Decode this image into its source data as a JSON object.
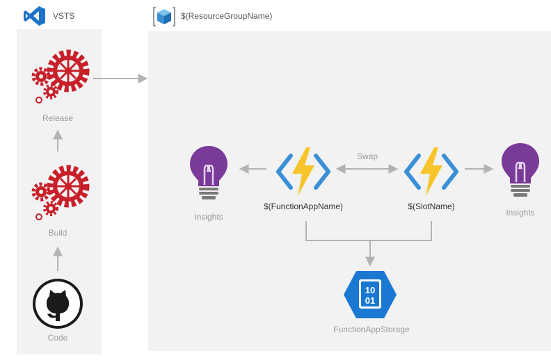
{
  "header": {
    "vsts_label": "VSTS",
    "resource_group_label": "$(ResourceGroupName)"
  },
  "pipeline": {
    "release_label": "Release",
    "build_label": "Build",
    "code_label": "Code"
  },
  "resources": {
    "insights_left_label": "Insights",
    "insights_right_label": "Insights",
    "function_app_label": "$(FunctionAppName)",
    "slot_label": "$(SlotName)",
    "swap_label": "Swap",
    "storage_label": "FunctionAppStorage",
    "storage_icon_text": "10\n01"
  },
  "colors": {
    "lane_bg": "#f2f2f2",
    "vs_blue": "#1e73c9",
    "gear_red": "#c8202a",
    "bulb_purple": "#7a3a9a",
    "bolt_yellow": "#f7c52b",
    "func_blue": "#3b8fd6",
    "storage_blue": "#1a78d2",
    "connector_gray": "#b3b3b3"
  }
}
